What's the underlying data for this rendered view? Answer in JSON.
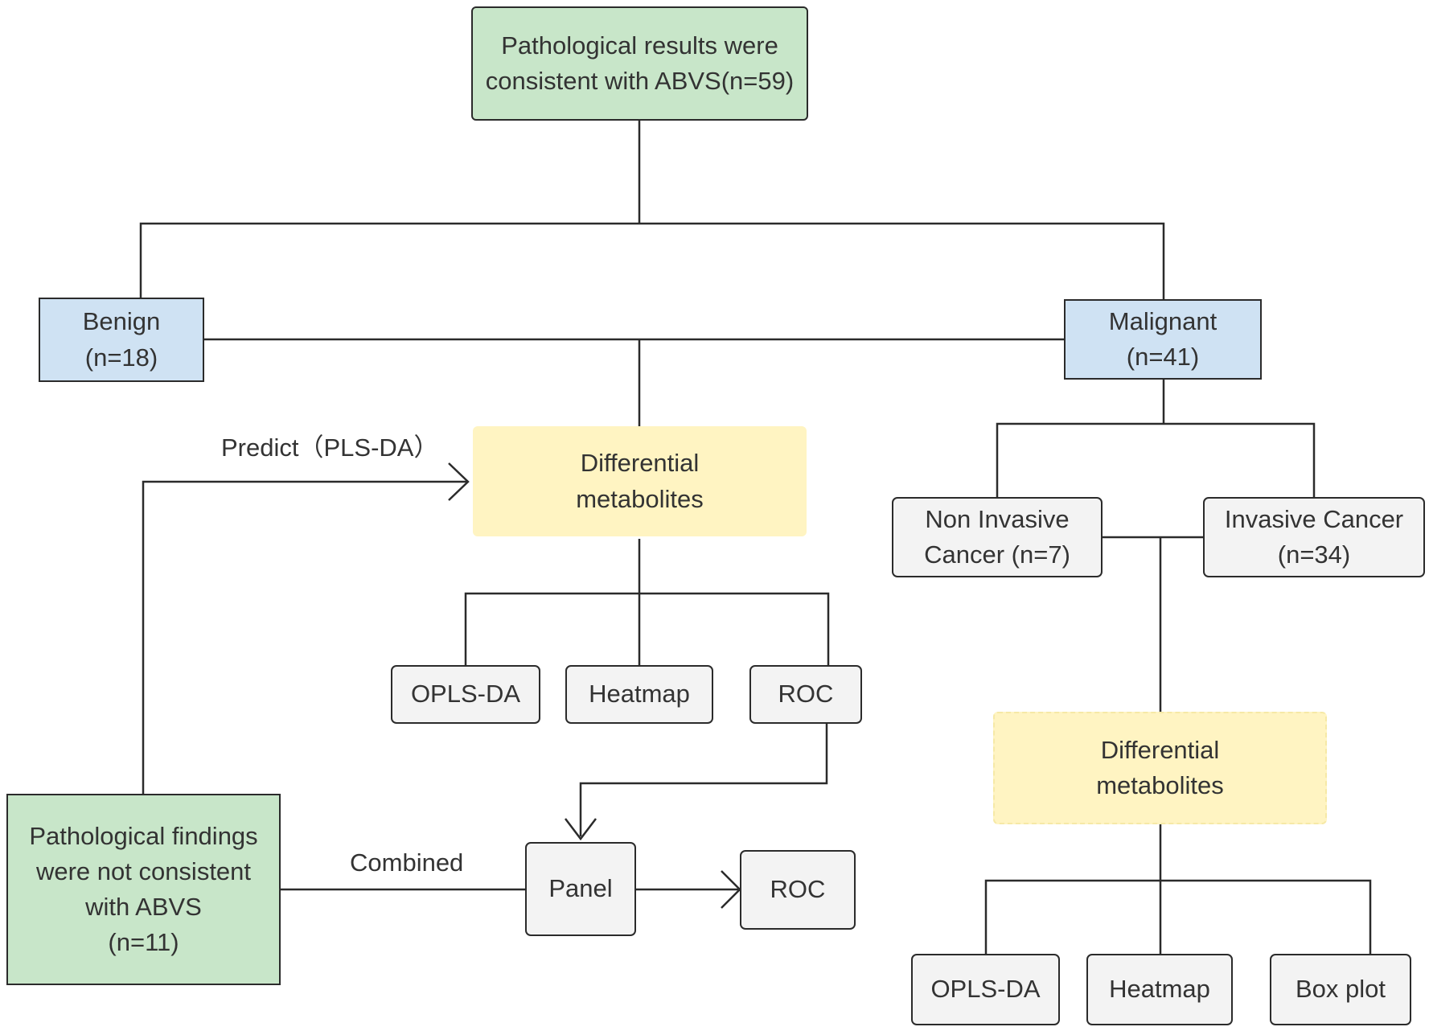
{
  "nodes": {
    "top": "Pathological results were\nconsistent with ABVS(n=59)",
    "benign": "Benign\n(n=18)",
    "malignant": "Malignant\n(n=41)",
    "diff_left": "Differential\nmetabolites",
    "non_invasive": "Non Invasive\nCancer (n=7)",
    "invasive": "Invasive Cancer\n(n=34)",
    "opls_left": "OPLS-DA",
    "heatmap_left": "Heatmap",
    "roc_left": "ROC",
    "diff_right": "Differential\nmetabolites",
    "not_consistent": "Pathological findings\nwere not consistent\nwith ABVS\n(n=11)",
    "panel": "Panel",
    "roc_panel": "ROC",
    "opls_right": "OPLS-DA",
    "heatmap_right": "Heatmap",
    "boxplot_right": "Box plot"
  },
  "edge_labels": {
    "predict": "Predict（PLS-DA）",
    "combined": "Combined"
  },
  "colors": {
    "green": "#c8e6c9",
    "blue": "#cfe2f3",
    "yellow": "#fff4c2",
    "gray": "#f3f3f3",
    "line": "#2b2b2b"
  }
}
